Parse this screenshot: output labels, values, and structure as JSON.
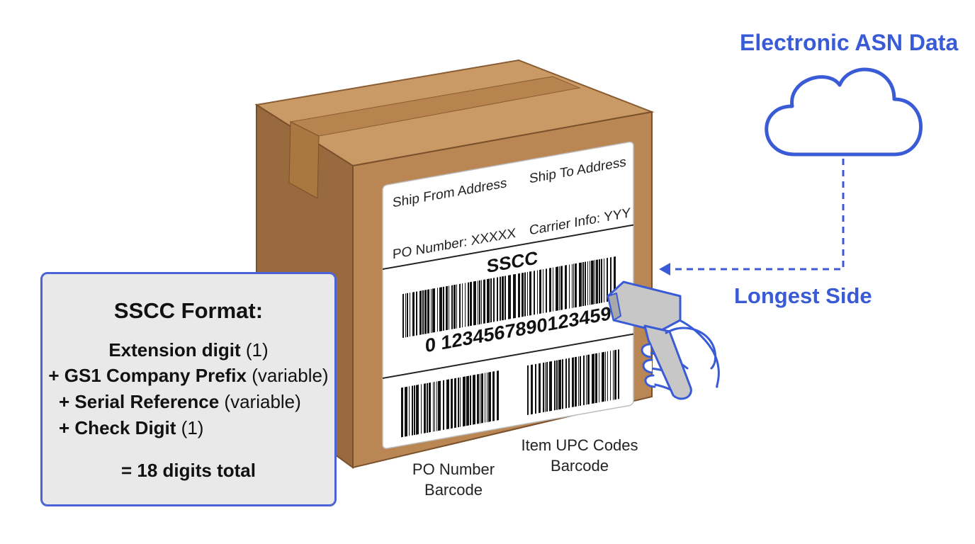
{
  "title": "Electronic ASN Data",
  "scanner_note": "Longest Side",
  "label": {
    "ship_from": "Ship From Address",
    "ship_to": "Ship To Address",
    "po_number": "PO Number: XXXXX",
    "carrier_info": "Carrier Info: YYY",
    "sscc_title": "SSCC",
    "sscc_digits": "0 1234567890123459"
  },
  "captions": {
    "po_barcode_line1": "PO Number",
    "po_barcode_line2": "Barcode",
    "upc_line1": "Item UPC Codes",
    "upc_line2": "Barcode"
  },
  "format_panel": {
    "heading": "SSCC Format:",
    "rows": [
      {
        "bold": "Extension digit",
        "normal": " (1)"
      },
      {
        "bold": "+ GS1 Company Prefix",
        "normal": " (variable)"
      },
      {
        "bold": "+ Serial Reference",
        "normal": " (variable)"
      },
      {
        "bold": "+ Check Digit",
        "normal": " (1)"
      }
    ],
    "total": "= 18 digits total"
  },
  "colors": {
    "accent_blue": "#3a5bd6",
    "box_front": "#b98654",
    "box_side": "#9a6a3f",
    "box_top": "#c99a66",
    "scanner_gray": "#c7c7c7",
    "panel_bg": "#e9e9e9"
  }
}
